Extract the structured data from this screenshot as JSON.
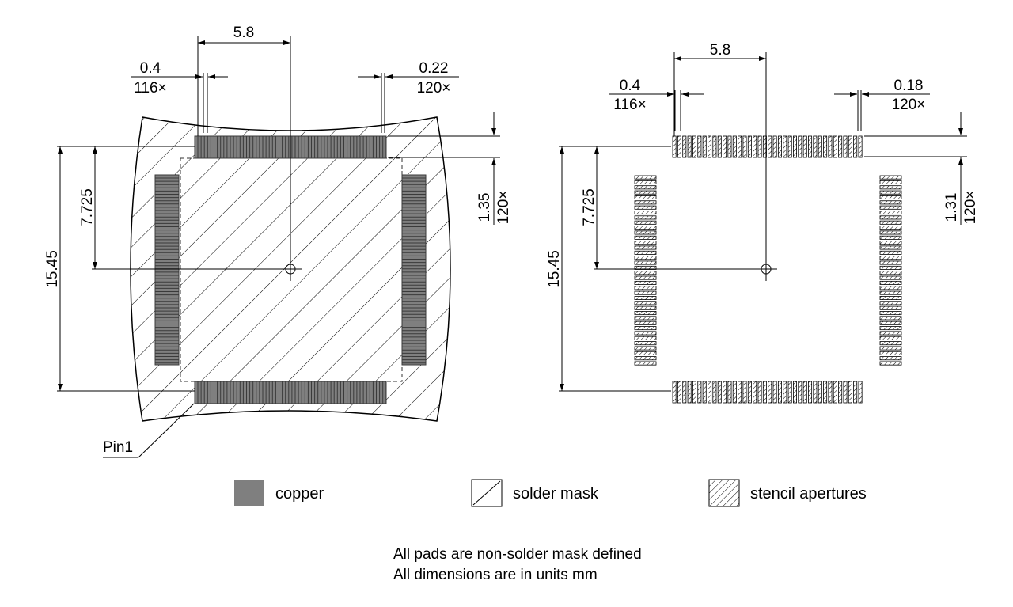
{
  "footprint": {
    "pitch_long": "5.8",
    "pad_width": "0.4",
    "pad_width_count": "116×",
    "pad_gap": "0.22",
    "pad_gap_count": "120×",
    "pad_length": "1.35",
    "pad_length_count": "120×",
    "half_span": "7.725",
    "span": "15.45",
    "pin1_label": "Pin1"
  },
  "stencil": {
    "pitch_long": "5.8",
    "pad_width": "0.4",
    "pad_width_count": "116×",
    "pad_gap": "0.18",
    "pad_gap_count": "120×",
    "pad_length": "1.31",
    "pad_length_count": "120×",
    "half_span": "7.725",
    "span": "15.45"
  },
  "legend": {
    "copper": "copper",
    "solder_mask": "solder mask",
    "stencil": "stencil apertures",
    "copper_color": "#7f7f7f"
  },
  "notes": {
    "line1": "All pads are non-solder mask defined",
    "line2": "All dimensions are in units mm"
  }
}
